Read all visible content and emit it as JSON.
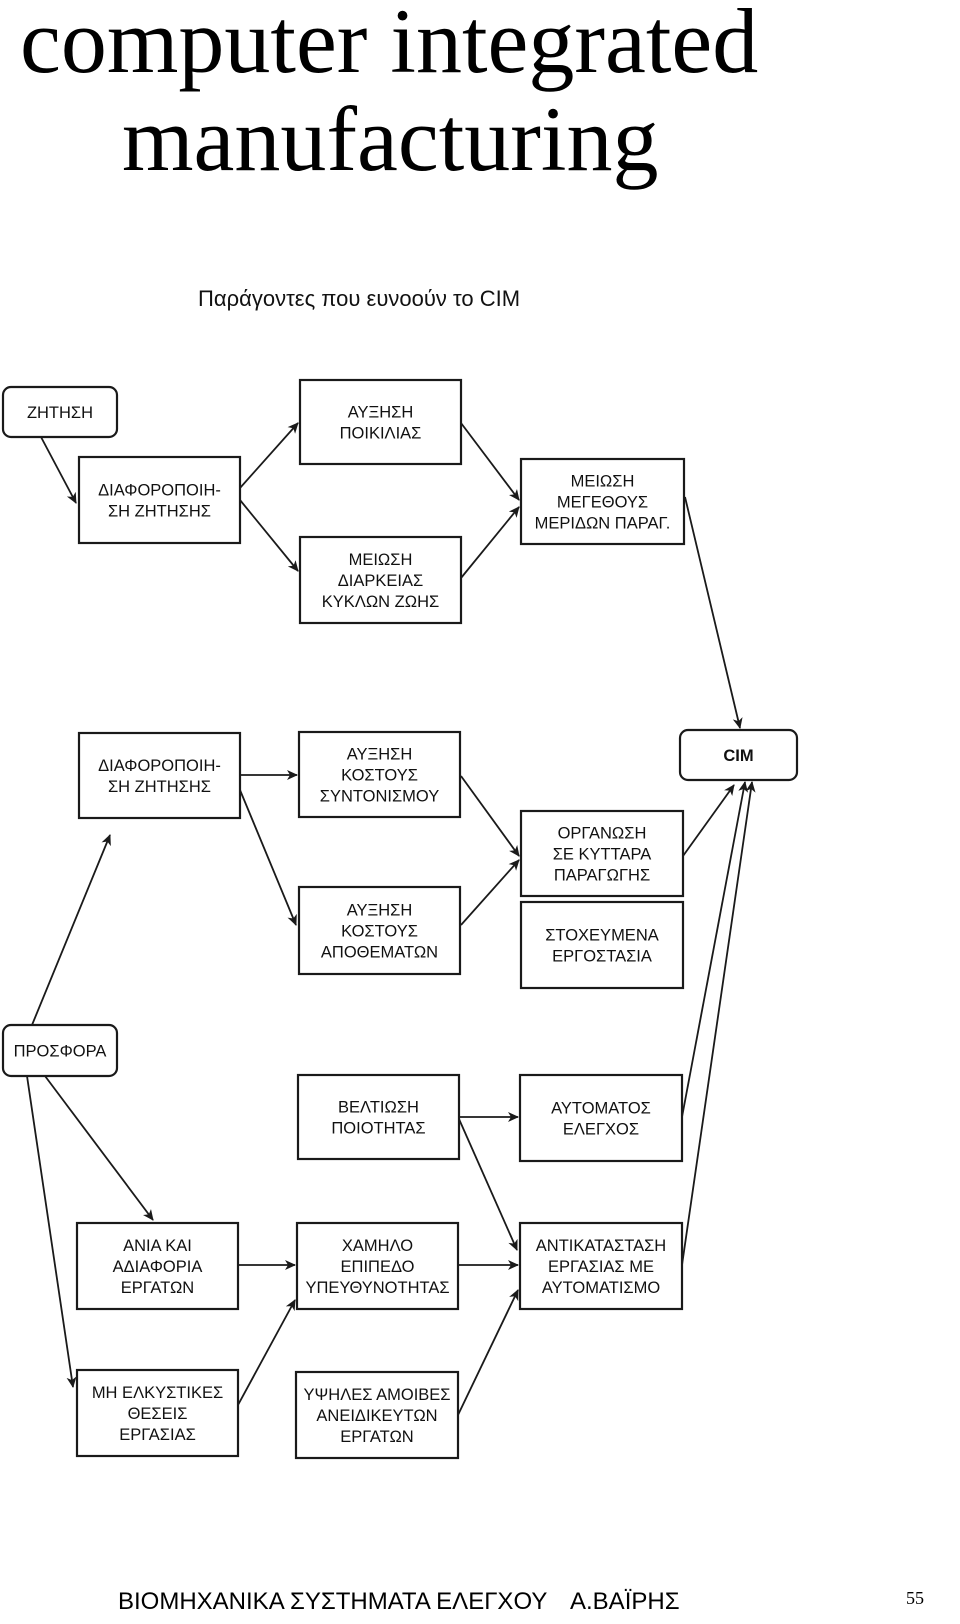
{
  "title": {
    "line1": "computer integrated",
    "line2": "manufacturing"
  },
  "subtitle": "Παράγοντες που ευνοούν το CIM",
  "boxes": {
    "zitisi": {
      "lines": [
        "ΖΗΤΗΣΗ"
      ]
    },
    "diaforopoiisi_1": {
      "lines": [
        "ΔΙΑΦΟΡΟΠΟΙΗ-",
        "ΣΗ ΖΗΤΗΣΗΣ"
      ]
    },
    "afxisi_poikilias": {
      "lines": [
        "ΑΥΞΗΣΗ",
        "ΠΟΙΚΙΛΙΑΣ"
      ]
    },
    "meiosi_diarkeias": {
      "lines": [
        "ΜΕΙΩΣΗ",
        "ΔΙΑΡΚΕΙΑΣ",
        "ΚΥΚΛΩΝ ΖΩΗΣ"
      ]
    },
    "meiosi_megethous": {
      "lines": [
        "ΜΕΙΩΣΗ",
        "ΜΕΓΕΘΟΥΣ",
        "ΜΕΡΙΔΩΝ ΠΑΡΑΓ."
      ]
    },
    "cim": {
      "lines": [
        "CIM"
      ]
    },
    "diaforopoiisi_2": {
      "lines": [
        "ΔΙΑΦΟΡΟΠΟΙΗ-",
        "ΣΗ ΖΗΤΗΣΗΣ"
      ]
    },
    "afxisi_syntonismou": {
      "lines": [
        "ΑΥΞΗΣΗ",
        "ΚΟΣΤΟΥΣ",
        "ΣΥΝΤΟΝΙΣΜΟΥ"
      ]
    },
    "afxisi_apothematon": {
      "lines": [
        "ΑΥΞΗΣΗ",
        "ΚΟΣΤΟΥΣ",
        "ΑΠΟΘΕΜΑΤΩΝ"
      ]
    },
    "organosi_kyttara": {
      "lines": [
        "ΟΡΓΑΝΩΣΗ",
        "ΣΕ ΚΥΤΤΑΡΑ",
        "ΠΑΡΑΓΩΓΗΣ"
      ]
    },
    "stoxevmena": {
      "lines": [
        "ΣΤΟΧΕΥΜΕΝΑ",
        "ΕΡΓΟΣΤΑΣΙΑ"
      ]
    },
    "prosfora": {
      "lines": [
        "ΠΡΟΣΦΟΡΑ"
      ]
    },
    "veltiosi": {
      "lines": [
        "ΒΕΛΤΙΩΣΗ",
        "ΠΟΙΟΤΗΤΑΣ"
      ]
    },
    "aftomatos_elegxos": {
      "lines": [
        "ΑΥΤΟΜΑΤΟΣ",
        "ΕΛΕΓΧΟΣ"
      ]
    },
    "ania": {
      "lines": [
        "ΑΝΙΑ ΚΑΙ",
        "ΑΔΙΑΦΟΡΙΑ",
        "ΕΡΓΑΤΩΝ"
      ]
    },
    "xamilo_epipedo": {
      "lines": [
        "ΧΑΜΗΛΟ",
        "ΕΠΙΠΕΔΟ",
        "ΥΠΕΥΘΥΝΟΤΗΤΑΣ"
      ]
    },
    "antikatastasi": {
      "lines": [
        "ΑΝΤΙΚΑΤΑΣΤΑΣΗ",
        "ΕΡΓΑΣΙΑΣ ΜΕ",
        "ΑΥΤΟΜΑΤΙΣΜΟ"
      ]
    },
    "mi_elkystikes": {
      "lines": [
        "ΜΗ ΕΛΚΥΣΤΙΚΕΣ",
        "ΘΕΣΕΙΣ",
        "ΕΡΓΑΣΙΑΣ"
      ]
    },
    "ypsiles_amoives": {
      "lines": [
        "ΥΨΗΛΕΣ ΑΜΟΙΒΕΣ",
        "ΑΝΕΙΔΙΚΕΥΤΩΝ",
        "ΕΡΓΑΤΩΝ"
      ]
    }
  },
  "edges": [
    [
      "zitisi",
      "diaforopoiisi_1"
    ],
    [
      "diaforopoiisi_1",
      "afxisi_poikilias"
    ],
    [
      "diaforopoiisi_1",
      "meiosi_diarkeias"
    ],
    [
      "afxisi_poikilias",
      "meiosi_megethous"
    ],
    [
      "meiosi_diarkeias",
      "meiosi_megethous"
    ],
    [
      "meiosi_megethous",
      "cim"
    ],
    [
      "diaforopoiisi_2",
      "afxisi_syntonismou"
    ],
    [
      "diaforopoiisi_2",
      "afxisi_apothematon"
    ],
    [
      "afxisi_syntonismou",
      "organosi_kyttara"
    ],
    [
      "afxisi_apothematon",
      "organosi_kyttara"
    ],
    [
      "organosi_kyttara",
      "cim"
    ],
    [
      "prosfora",
      "diaforopoiisi_2"
    ],
    [
      "prosfora",
      "ania"
    ],
    [
      "prosfora",
      "mi_elkystikes"
    ],
    [
      "veltiosi",
      "aftomatos_elegxos"
    ],
    [
      "veltiosi",
      "antikatastasi"
    ],
    [
      "xamilo_epipedo",
      "antikatastasi"
    ],
    [
      "ypsiles_amoives",
      "antikatastasi"
    ],
    [
      "ania",
      "xamilo_epipedo"
    ],
    [
      "mi_elkystikes",
      "xamilo_epipedo"
    ],
    [
      "aftomatos_elegxos",
      "cim"
    ],
    [
      "antikatastasi",
      "cim"
    ]
  ],
  "footer": {
    "text": "ΒΙΟΜΗΧΑΝΙΚΑ ΣΥΣΤΗΜΑΤΑ ΕΛΕΓΧΟΥ",
    "author": "Α.ΒΑΪΡΗΣ",
    "page": "55"
  }
}
